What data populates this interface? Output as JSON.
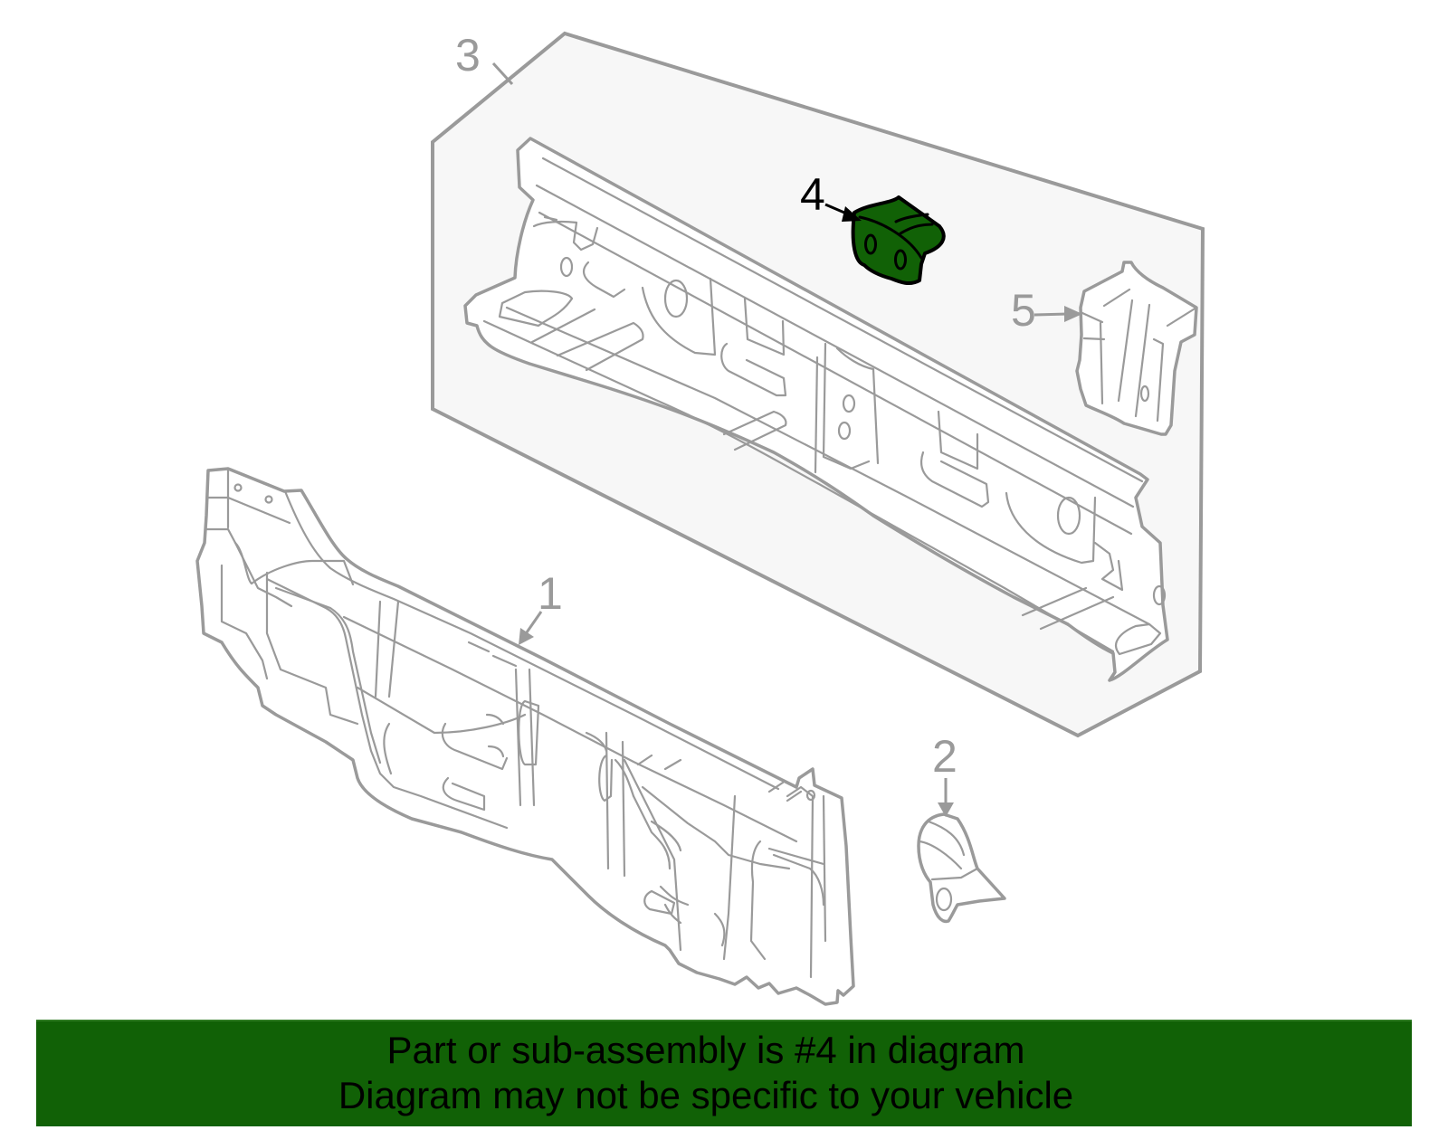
{
  "diagram": {
    "title": "Dash panel / cowl assembly exploded parts diagram",
    "highlighted_part": "4",
    "highlight_color": "#116106",
    "line_color": "#9a9a9a",
    "panel_fill": "#f7f7f7",
    "callouts": [
      {
        "number": "1",
        "label": "1",
        "part": "dash-panel",
        "highlighted": false
      },
      {
        "number": "2",
        "label": "2",
        "part": "small-bracket",
        "highlighted": false
      },
      {
        "number": "3",
        "label": "3",
        "part": "cowl-panel-assembly",
        "highlighted": false
      },
      {
        "number": "4",
        "label": "4",
        "part": "mounting-bracket",
        "highlighted": true
      },
      {
        "number": "5",
        "label": "5",
        "part": "side-extension",
        "highlighted": false
      }
    ]
  },
  "banner": {
    "line1": "Part or sub-assembly is #4 in diagram",
    "line2": "Diagram may not be specific to your vehicle",
    "background": "#116106"
  }
}
